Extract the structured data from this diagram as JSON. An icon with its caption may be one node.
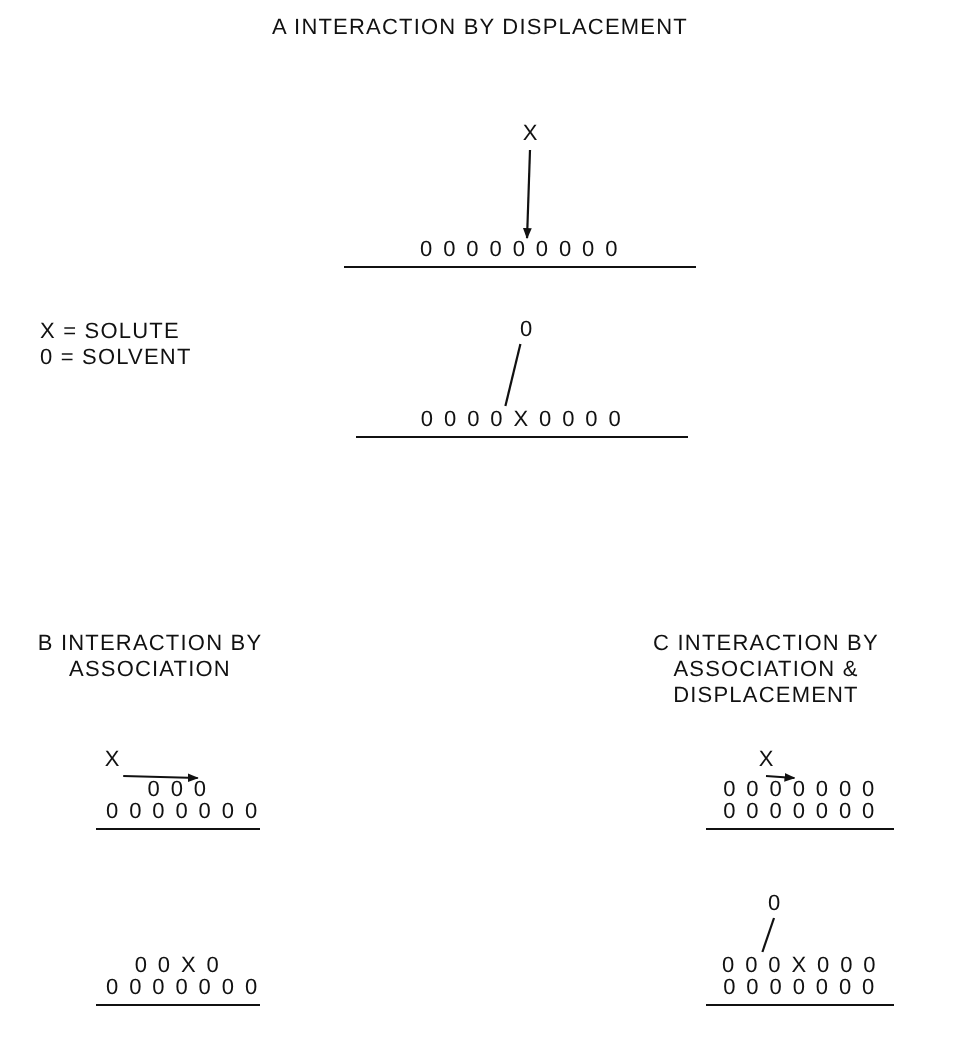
{
  "diagram": {
    "nodes": [
      {
        "text": [
          "X"
        ]
      },
      {
        "text": [
          "0 0 0 0 0 0 0 0 0"
        ]
      },
      {
        "text": [
          "0"
        ]
      },
      {
        "text": [
          "0 0 0 0 X 0 0 0 0"
        ]
      },
      {
        "text": [
          "X"
        ]
      },
      {
        "text": [
          "0 0 0",
          "0 0 0 0 0 0 0"
        ]
      },
      {
        "text": [
          "0 0 X 0",
          "0 0 0 0 0 0 0"
        ]
      },
      {
        "text": [
          "X"
        ]
      },
      {
        "text": [
          "0 0 0 0 0 0 0",
          "0 0 0 0 0 0 0"
        ]
      },
      {
        "text": [
          "0"
        ]
      },
      {
        "text": [
          "0 0 0 X 0 0 0",
          "0 0 0 0 0 0 0"
        ]
      }
    ],
    "edges": [
      {
        "from": 0,
        "to": 1,
        "arrow": "to"
      },
      {
        "from": 3,
        "to": 2,
        "arrow": "none"
      },
      {
        "from": 4,
        "to": 5,
        "arrow": "to"
      },
      {
        "from": 7,
        "to": 8,
        "arrow": "to"
      },
      {
        "from": 10,
        "to": 9,
        "arrow": "none"
      }
    ],
    "labels": [
      "A INTERACTION BY DISPLACEMENT",
      "X = SOLUTE",
      "0 = SOLVENT",
      "B INTERACTION BY ASSOCIATION",
      "C INTERACTION BY ASSOCIATION & DISPLACEMENT"
    ]
  }
}
